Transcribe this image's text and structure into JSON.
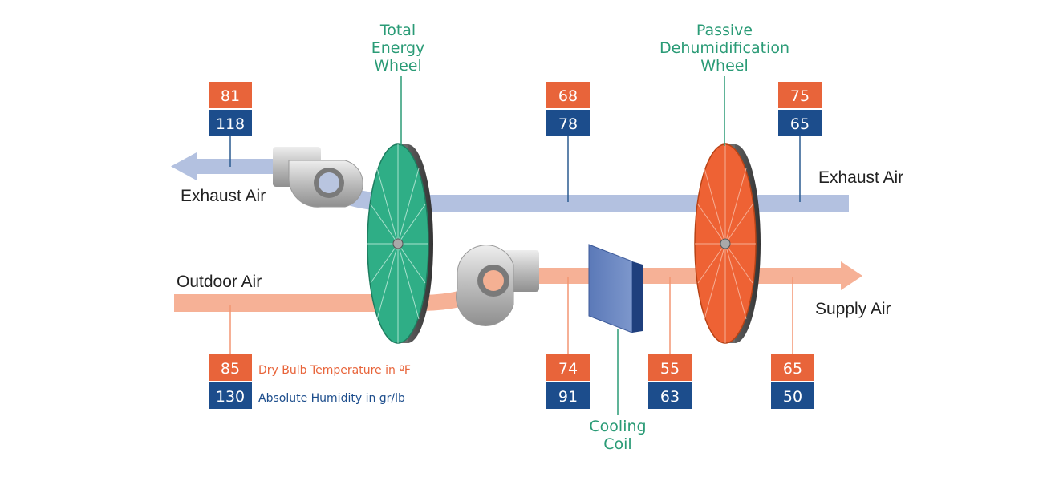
{
  "colors": {
    "temp": "#e8643a",
    "humidity": "#1c4d8c",
    "exhaust_duct": "#b3c1e0",
    "supply_duct": "#f6b196",
    "energy_wheel": "#2fae86",
    "dehum_wheel": "#ee6234",
    "component_label": "#2a9b76"
  },
  "streams": {
    "exhaust_left": "Exhaust Air",
    "exhaust_right": "Exhaust Air",
    "outdoor": "Outdoor Air",
    "supply": "Supply Air"
  },
  "components": {
    "energy_wheel": [
      "Total",
      "Energy",
      "Wheel"
    ],
    "dehum_wheel": [
      "Passive",
      "Dehumidification",
      "Wheel"
    ],
    "cooling_coil": [
      "Cooling",
      "Coil"
    ]
  },
  "readings": {
    "exhaust_out": {
      "temp": "81",
      "humidity": "118"
    },
    "return_mid": {
      "temp": "68",
      "humidity": "78"
    },
    "return_in": {
      "temp": "75",
      "humidity": "65"
    },
    "outdoor": {
      "temp": "85",
      "humidity": "130"
    },
    "pre_coil": {
      "temp": "74",
      "humidity": "91"
    },
    "post_coil": {
      "temp": "55",
      "humidity": "63"
    },
    "supply": {
      "temp": "65",
      "humidity": "50"
    }
  },
  "legend": {
    "temp": "Dry Bulb Temperature in ºF",
    "humidity": "Absolute Humidity in gr/lb"
  }
}
